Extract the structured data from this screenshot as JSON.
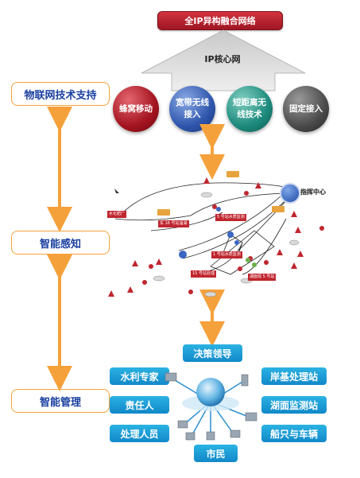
{
  "top_banner": "全IP异构融合网络",
  "core_network": "IP核心网",
  "access_methods": [
    "蜂窝移动",
    "宽带无线接入",
    "短距离无线技术",
    "固定接入"
  ],
  "layers": {
    "iot_support": "物联网技术支持",
    "smart_sensing": "智能感知",
    "smart_management": "智能管理"
  },
  "command_center": "指挥中心",
  "map_tags": [
    "水化肥厂",
    "东 16 号站温湖",
    "5 号站水质监测",
    "1 号站水质监测",
    "15 号站处理",
    "湖面观 5 号站"
  ],
  "users": {
    "top": "决策领导",
    "left": [
      "水利专家",
      "责任人",
      "处理人员"
    ],
    "right": [
      "岸基处理站",
      "湖面监测站",
      "船只与车辆"
    ],
    "bottom": "市民"
  },
  "colors": {
    "arrow_orange": "#f5a13b",
    "label_blue": "#1a3fa0",
    "pill_blue": "#1c9fd8",
    "banner_red": "#b9202b"
  }
}
